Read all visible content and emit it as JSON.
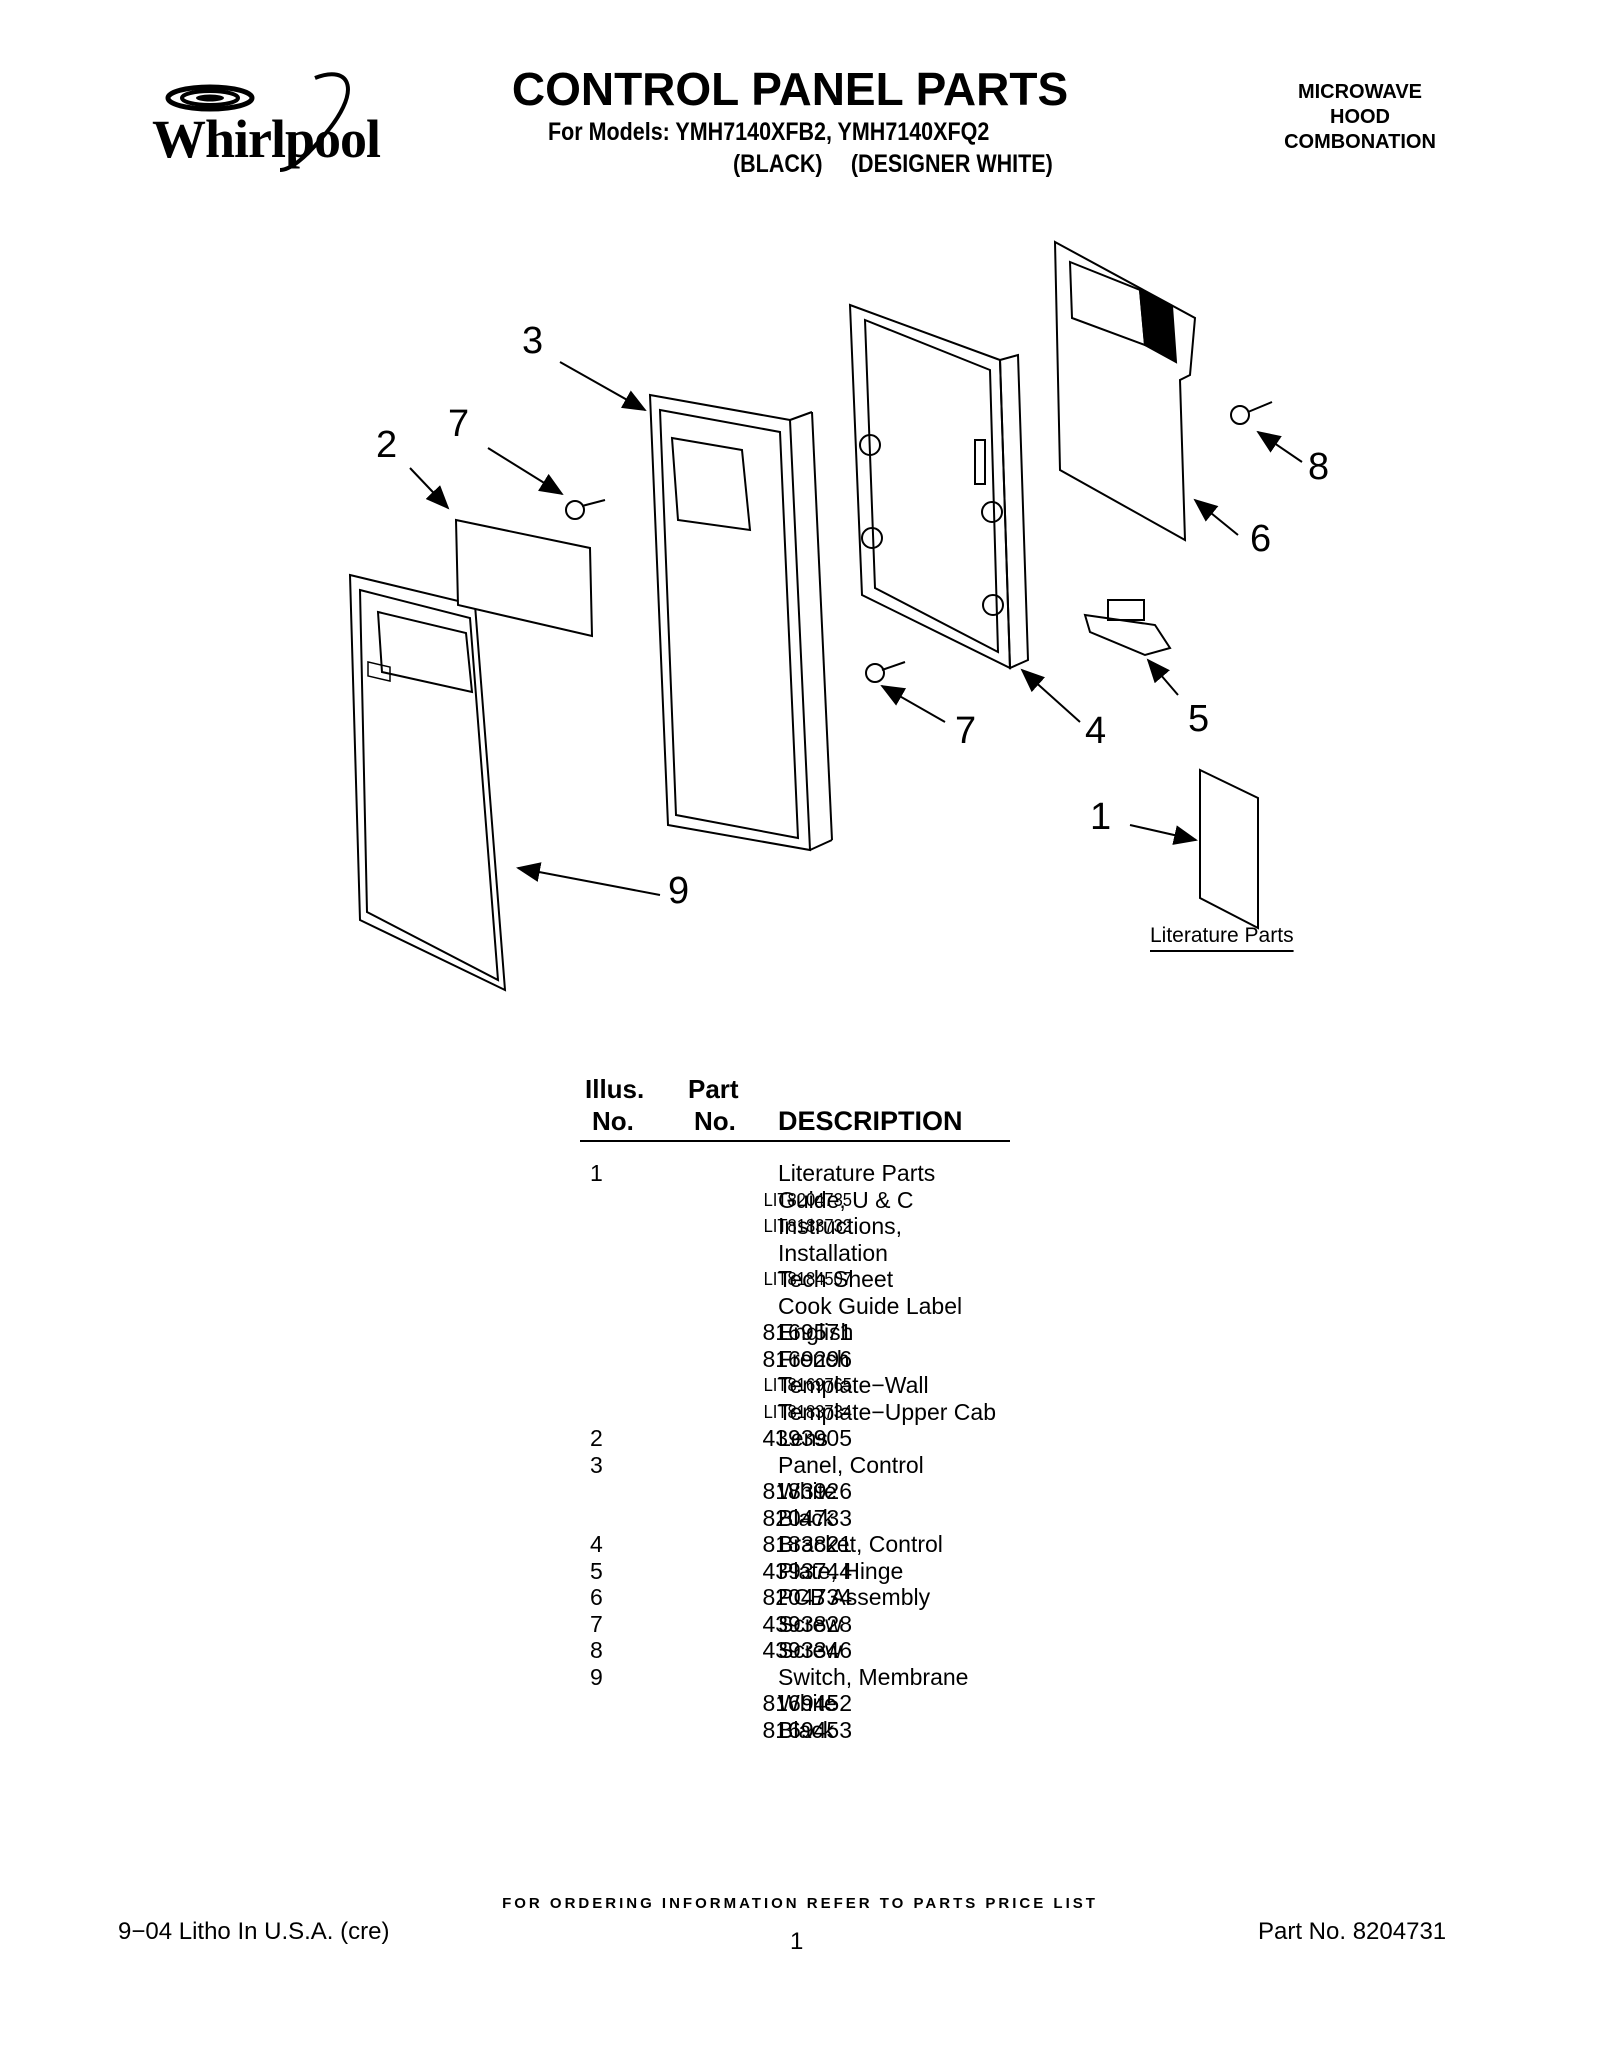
{
  "header": {
    "brand": "Whirlpool",
    "title": "CONTROL PANEL PARTS",
    "models": "For Models: YMH7140XFB2, YMH7140XFQ2",
    "color1": "(BLACK)",
    "color2": "(DESIGNER WHITE)",
    "category_line1": "MICROWAVE",
    "category_line2": "HOOD",
    "category_line3": "COMBONATION"
  },
  "diagram": {
    "callouts": [
      "1",
      "2",
      "3",
      "4",
      "5",
      "6",
      "7",
      "7",
      "8",
      "9"
    ],
    "literature_caption": "Literature Parts"
  },
  "table": {
    "header_illus_1": "Illus.",
    "header_illus_2": "No.",
    "header_part_1": "Part",
    "header_part_2": "No.",
    "header_desc": "DESCRIPTION",
    "rows": [
      {
        "illus": "1",
        "part": "",
        "desc": "Literature Parts"
      },
      {
        "illus": "",
        "part": "LIT8204735",
        "desc": "Guide, U & C"
      },
      {
        "illus": "",
        "part": "LIT8183732",
        "desc": "Instructions,"
      },
      {
        "illus": "",
        "part": "",
        "desc": "Installation"
      },
      {
        "illus": "",
        "part": "LIT8184507",
        "desc": "Tech Sheet"
      },
      {
        "illus": "",
        "part": "",
        "desc": "Cook Guide Label"
      },
      {
        "illus": "",
        "part": "8169571",
        "desc": "English"
      },
      {
        "illus": "",
        "part": "8169296",
        "desc": "French"
      },
      {
        "illus": "",
        "part": "LIT8169765",
        "desc": "Template−Wall"
      },
      {
        "illus": "",
        "part": "LIT8183734",
        "desc": "Template−Upper Cab"
      },
      {
        "illus": "2",
        "part": "4393905",
        "desc": "Lens"
      },
      {
        "illus": "3",
        "part": "",
        "desc": "Panel, Control"
      },
      {
        "illus": "",
        "part": "8183926",
        "desc": "White"
      },
      {
        "illus": "",
        "part": "8204733",
        "desc": "Black"
      },
      {
        "illus": "4",
        "part": "8183821",
        "desc": "Bracket, Control"
      },
      {
        "illus": "5",
        "part": "4393744",
        "desc": "Plate, Hinge"
      },
      {
        "illus": "6",
        "part": "8204734",
        "desc": "PCB Assembly"
      },
      {
        "illus": "7",
        "part": "4393828",
        "desc": "Screw"
      },
      {
        "illus": "8",
        "part": "4393346",
        "desc": "Screw"
      },
      {
        "illus": "9",
        "part": "",
        "desc": "Switch, Membrane"
      },
      {
        "illus": "",
        "part": "8169452",
        "desc": "White"
      },
      {
        "illus": "",
        "part": "8169453",
        "desc": "Black"
      }
    ]
  },
  "footer": {
    "ordering": "FOR ORDERING INFORMATION REFER TO PARTS PRICE LIST",
    "litho": "9−04 Litho In U.S.A. (cre)",
    "page": "1",
    "part_no": "Part No. 8204731"
  }
}
